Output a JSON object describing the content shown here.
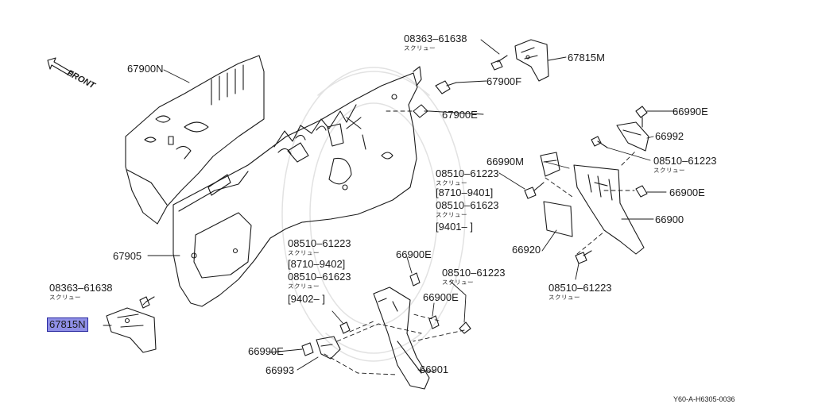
{
  "front_label": "FRONT",
  "screw_text": "スクリュー",
  "footer_code": "Y60-A-H6305-0036",
  "highlight_color": "#8f8fe6",
  "parts": {
    "p67900N": "67900N",
    "p08363_top": "08363–61638",
    "p67815M": "67815M",
    "p67900F": "67900F",
    "p67900E": "67900E",
    "p66990E_right": "66990E",
    "p66992": "66992",
    "p08510_right": "08510–61223",
    "p66990M": "66990M",
    "p08510_mid_a": "08510–61223",
    "p8710_9401": "[8710–9401]",
    "p08510_mid_b": "08510–61623",
    "p9401": "[9401–     ]",
    "p66900E_right": "66900E",
    "p66900": "66900",
    "p66920": "66920",
    "p08510_bottom_right": "08510–61223",
    "p67905": "67905",
    "p08510_center_a": "08510–61223",
    "p8710_9402": "[8710–9402]",
    "p08510_center_b": "08510–61623",
    "p9402": "[9402–      ]",
    "p66900E_center": "66900E",
    "p08510_center_right": "08510–61223",
    "p66900E_lower": "66900E",
    "p08363_left": "08363–61638",
    "p67815N": "67815N",
    "p66990E_left": "66990E",
    "p66993": "66993",
    "p66901": "66901"
  }
}
